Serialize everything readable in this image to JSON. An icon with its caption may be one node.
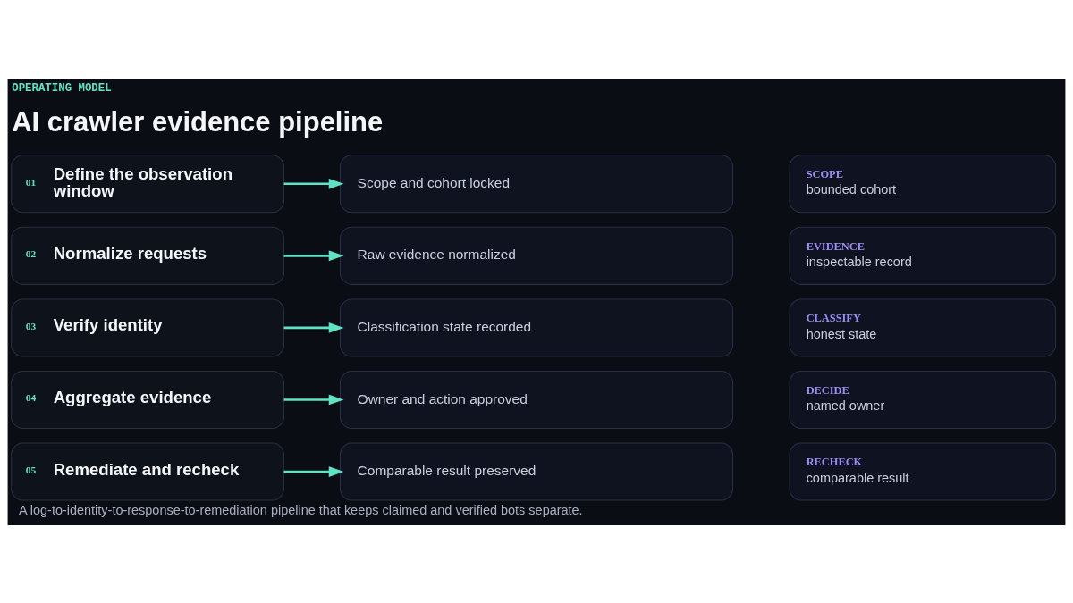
{
  "diagram": {
    "title": "AI crawler evidence pipeline",
    "caption": "A log-to-identity-to-response-to-remediation pipeline that keeps claimed and verified bots separate.",
    "nodes": [
      {
        "text": [
          "01",
          "Define the observation window"
        ]
      },
      {
        "text": [
          "Scope and cohort locked"
        ]
      },
      {
        "text": [
          "SCOPE",
          "bounded cohort"
        ]
      },
      {
        "text": [
          "02",
          "Normalize requests"
        ]
      },
      {
        "text": [
          "Raw evidence normalized"
        ]
      },
      {
        "text": [
          "EVIDENCE",
          "inspectable record"
        ]
      },
      {
        "text": [
          "03",
          "Verify identity"
        ]
      },
      {
        "text": [
          "Classification state recorded"
        ]
      },
      {
        "text": [
          "CLASSIFY",
          "honest state"
        ]
      },
      {
        "text": [
          "04",
          "Aggregate evidence"
        ]
      },
      {
        "text": [
          "Owner and action approved"
        ]
      },
      {
        "text": [
          "DECIDE",
          "named owner"
        ]
      },
      {
        "text": [
          "05",
          "Remediate and recheck"
        ]
      },
      {
        "text": [
          "Comparable result preserved"
        ]
      },
      {
        "text": [
          "RECHECK",
          "comparable result"
        ]
      }
    ],
    "edges": [
      {
        "from": 0,
        "to": 1,
        "arrow": "to"
      },
      {
        "from": 3,
        "to": 4,
        "arrow": "to"
      },
      {
        "from": 6,
        "to": 7,
        "arrow": "to"
      },
      {
        "from": 9,
        "to": 10,
        "arrow": "to"
      },
      {
        "from": 12,
        "to": 13,
        "arrow": "to"
      }
    ],
    "labels": [
      "OPERATING MODEL"
    ]
  }
}
